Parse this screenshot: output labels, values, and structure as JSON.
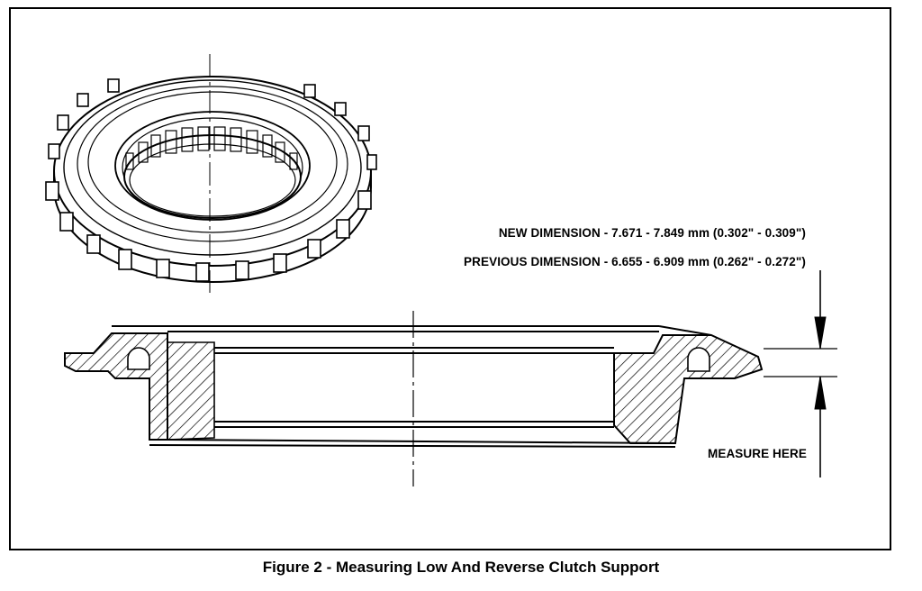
{
  "labels": {
    "new_dimension": "NEW DIMENSION - 7.671 - 7.849 mm (0.302\" - 0.309\")",
    "previous_dimension": "PREVIOUS DIMENSION - 6.655 - 6.909 mm (0.262\" - 0.272\")",
    "measure_here": "MEASURE HERE"
  },
  "caption": "Figure 2 - Measuring Low And Reverse Clutch Support"
}
